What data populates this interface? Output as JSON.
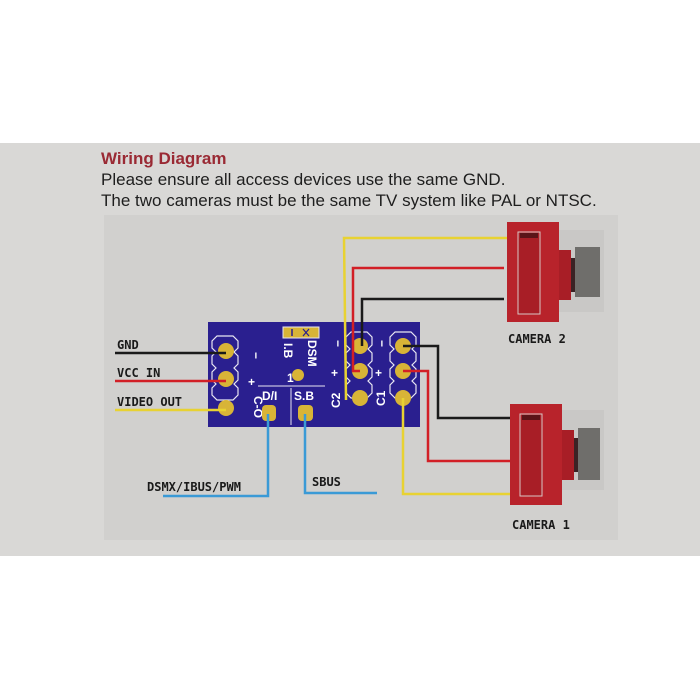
{
  "header": {
    "title": "Wiring Diagram",
    "lines": [
      "Please ensure all access devices use the same GND.",
      "The two cameras must be the same TV system like PAL or NTSC."
    ]
  },
  "left_wires": {
    "gnd": "GND",
    "vcc": "VCC IN",
    "video": "VIDEO OUT"
  },
  "pcb": {
    "minus": "−",
    "plus": "+",
    "co": "C-O",
    "ib": "I.B",
    "dsm": "DSM",
    "one": "1",
    "di": "D/I",
    "sb": "S.B",
    "c2": "C2",
    "c1": "C1"
  },
  "cameras": {
    "camera2": "CAMERA 2",
    "camera1": "CAMERA 1"
  },
  "signals": {
    "dsmx": "DSMX/IBUS/PWM",
    "sbus": "SBUS"
  },
  "colors": {
    "title_red": "#9a2a34",
    "pcb_blue": "#2a1f8f",
    "pad_gold": "#d8b437",
    "wire_black": "#1a1a1a",
    "wire_red": "#d21f26",
    "wire_yellow": "#e8d232",
    "wire_blue": "#3a9ad6",
    "camera_red": "#b8232b",
    "lens_grey": "#6f6e6b"
  }
}
